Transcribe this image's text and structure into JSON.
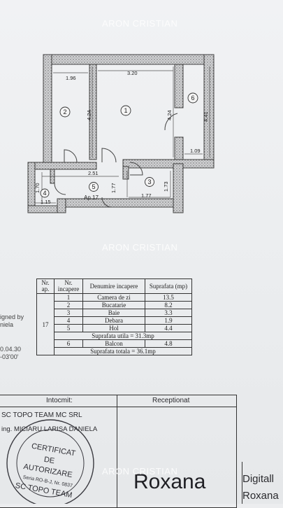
{
  "watermark": "ARON CRISTIAN",
  "plan": {
    "dims": {
      "w_room2": "1.96",
      "w_room1": "3.20",
      "h_room2": "4.24",
      "h_room1": "4.24",
      "h_room6": "4.41",
      "w_room6": "1.09",
      "w_hall": "2.51",
      "h_room4": "1.70",
      "w_room4": "1.15",
      "h_hall": "1.77",
      "w_room3": "1.77",
      "h_room3": "1.73"
    },
    "rooms": [
      "1",
      "2",
      "3",
      "4",
      "5",
      "6"
    ],
    "apartment": "Ap.17"
  },
  "table": {
    "headers": {
      "nr_ap": "Nr. ap.",
      "nr_inc": "Nr. incapere",
      "denumire": "Denumire incapere",
      "supr": "Suprafata (mp)"
    },
    "ap": "17",
    "rows": [
      {
        "nr": "1",
        "name": "Camera de zi",
        "area": "13.5"
      },
      {
        "nr": "2",
        "name": "Bucatarie",
        "area": "8.2"
      },
      {
        "nr": "3",
        "name": "Baie",
        "area": "3.3"
      },
      {
        "nr": "4",
        "name": "Debara",
        "area": "1.9"
      },
      {
        "nr": "5",
        "name": "Hol",
        "area": "4.4"
      }
    ],
    "utila": "Suprafata utila = 31.3mp",
    "balcon": {
      "nr": "6",
      "name": "Balcon",
      "area": "4.8"
    },
    "totala": "Suprafata totala = 36.1mp"
  },
  "side_note": {
    "line1": "igned by",
    "line2": "niela",
    "line3": "0.04.30",
    "line4": "-03'00'"
  },
  "cadastre": {
    "intocmit": "Intocmit:",
    "receptionat": "Receptionat",
    "company": "SC TOPO TEAM MC SRL",
    "engineer": "ing. MICIARU LARISA DANIELA",
    "stamp_lines": [
      "CERTIFICAT",
      "DE",
      "AUTORIZARE",
      "Seria RO-B-J, Nr. 0837",
      "SC TOPO TEAM"
    ],
    "signature": "Roxana",
    "digital_1": "Digitall",
    "digital_2": "Roxana"
  }
}
